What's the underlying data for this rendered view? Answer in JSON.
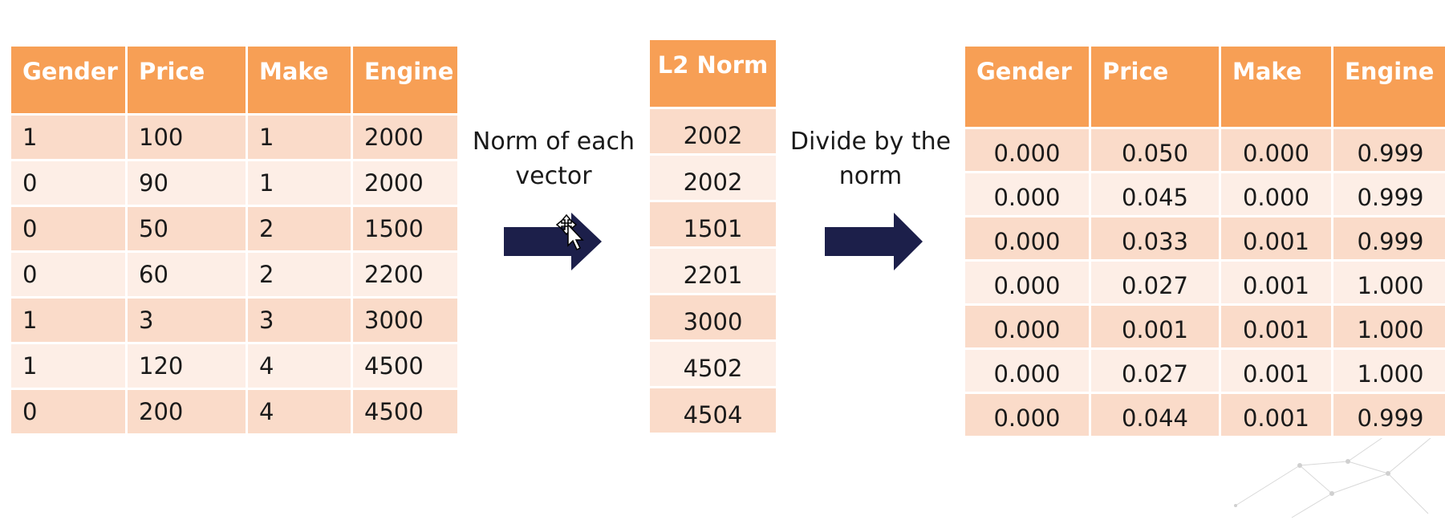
{
  "input_table": {
    "headers": [
      "Gender",
      "Price",
      "Make",
      "Engine"
    ],
    "rows": [
      [
        "1",
        "100",
        "1",
        "2000"
      ],
      [
        "0",
        "90",
        "1",
        "2000"
      ],
      [
        "0",
        "50",
        "2",
        "1500"
      ],
      [
        "0",
        "60",
        "2",
        "2200"
      ],
      [
        "1",
        "3",
        "3",
        "3000"
      ],
      [
        "1",
        "120",
        "4",
        "4500"
      ],
      [
        "0",
        "200",
        "4",
        "4500"
      ]
    ]
  },
  "norm_caption": "Norm of each vector",
  "norm_table": {
    "header": "L2 Norm",
    "values": [
      "2002",
      "2002",
      "1501",
      "2201",
      "3000",
      "4502",
      "4504"
    ]
  },
  "divide_caption": "Divide by the norm",
  "output_table": {
    "headers": [
      "Gender",
      "Price",
      "Make",
      "Engine"
    ],
    "rows": [
      [
        "0.000",
        "0.050",
        "0.000",
        "0.999"
      ],
      [
        "0.000",
        "0.045",
        "0.000",
        "0.999"
      ],
      [
        "0.000",
        "0.033",
        "0.001",
        "0.999"
      ],
      [
        "0.000",
        "0.027",
        "0.001",
        "1.000"
      ],
      [
        "0.000",
        "0.001",
        "0.001",
        "1.000"
      ],
      [
        "0.000",
        "0.027",
        "0.001",
        "1.000"
      ],
      [
        "0.000",
        "0.044",
        "0.001",
        "0.999"
      ]
    ]
  },
  "colors": {
    "header": "#f79f55",
    "row_dark": "#fadbc9",
    "row_light": "#fdeee6",
    "arrow": "#1c1f4a"
  },
  "icons": [
    "right-arrow-icon",
    "move-cursor-icon"
  ]
}
